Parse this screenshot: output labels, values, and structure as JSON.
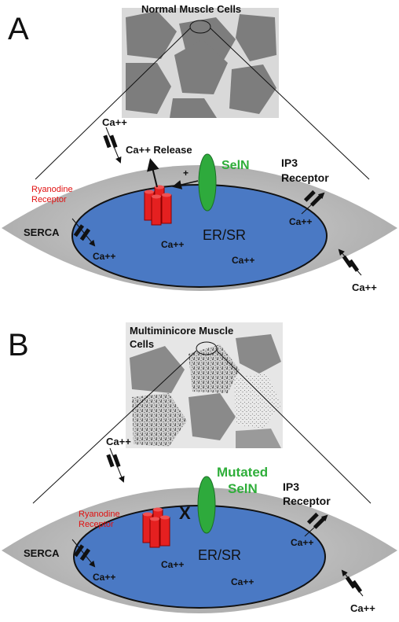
{
  "panel_a": {
    "letter": "A",
    "cells_title": "Normal Muscle Cells",
    "ca_outside_top": "Ca++",
    "ca_release": "Ca++ Release",
    "plus_sign": "+",
    "seln_label": "SelN",
    "ryr_line1": "Ryanodine",
    "ryr_line2": "Receptor",
    "ip3_line1": "IP3",
    "ip3_line2": "Receptor",
    "serca": "SERCA",
    "er_sr": "ER/SR",
    "ca_ryr": "Ca++",
    "ca_er": "Ca++",
    "ca_serca": "Ca++",
    "ca_ip3": "Ca++",
    "ca_outside_bottom": "Ca++"
  },
  "panel_b": {
    "letter": "B",
    "cells_title_line1": "Multiminicore Muscle",
    "cells_title_line2": "Cells",
    "ca_outside_top": "Ca++",
    "seln_line1": "Mutated",
    "seln_line2": "SelN",
    "block_mark": "X",
    "ryr_line1": "Ryanodine",
    "ryr_line2": "Receptor",
    "ip3_line1": "IP3",
    "ip3_line2": "Receptor",
    "serca": "SERCA",
    "er_sr": "ER/SR",
    "ca_er1": "Ca++",
    "ca_er2": "Ca++",
    "ca_serca": "Ca++",
    "ca_ip3": "Ca++",
    "ca_outside_bottom": "Ca++"
  },
  "colors": {
    "cytoplasm": "#b8b8b8",
    "er": "#4a79c4",
    "ryr": "#e52020",
    "seln": "#2eaa3c",
    "cells": "#7d7d7d",
    "label_red": "#e01010",
    "label_green": "#2fae3a"
  },
  "icons": [
    "ryanodine-receptor-icon",
    "seln-icon",
    "channel-icon",
    "arrow-icon"
  ]
}
